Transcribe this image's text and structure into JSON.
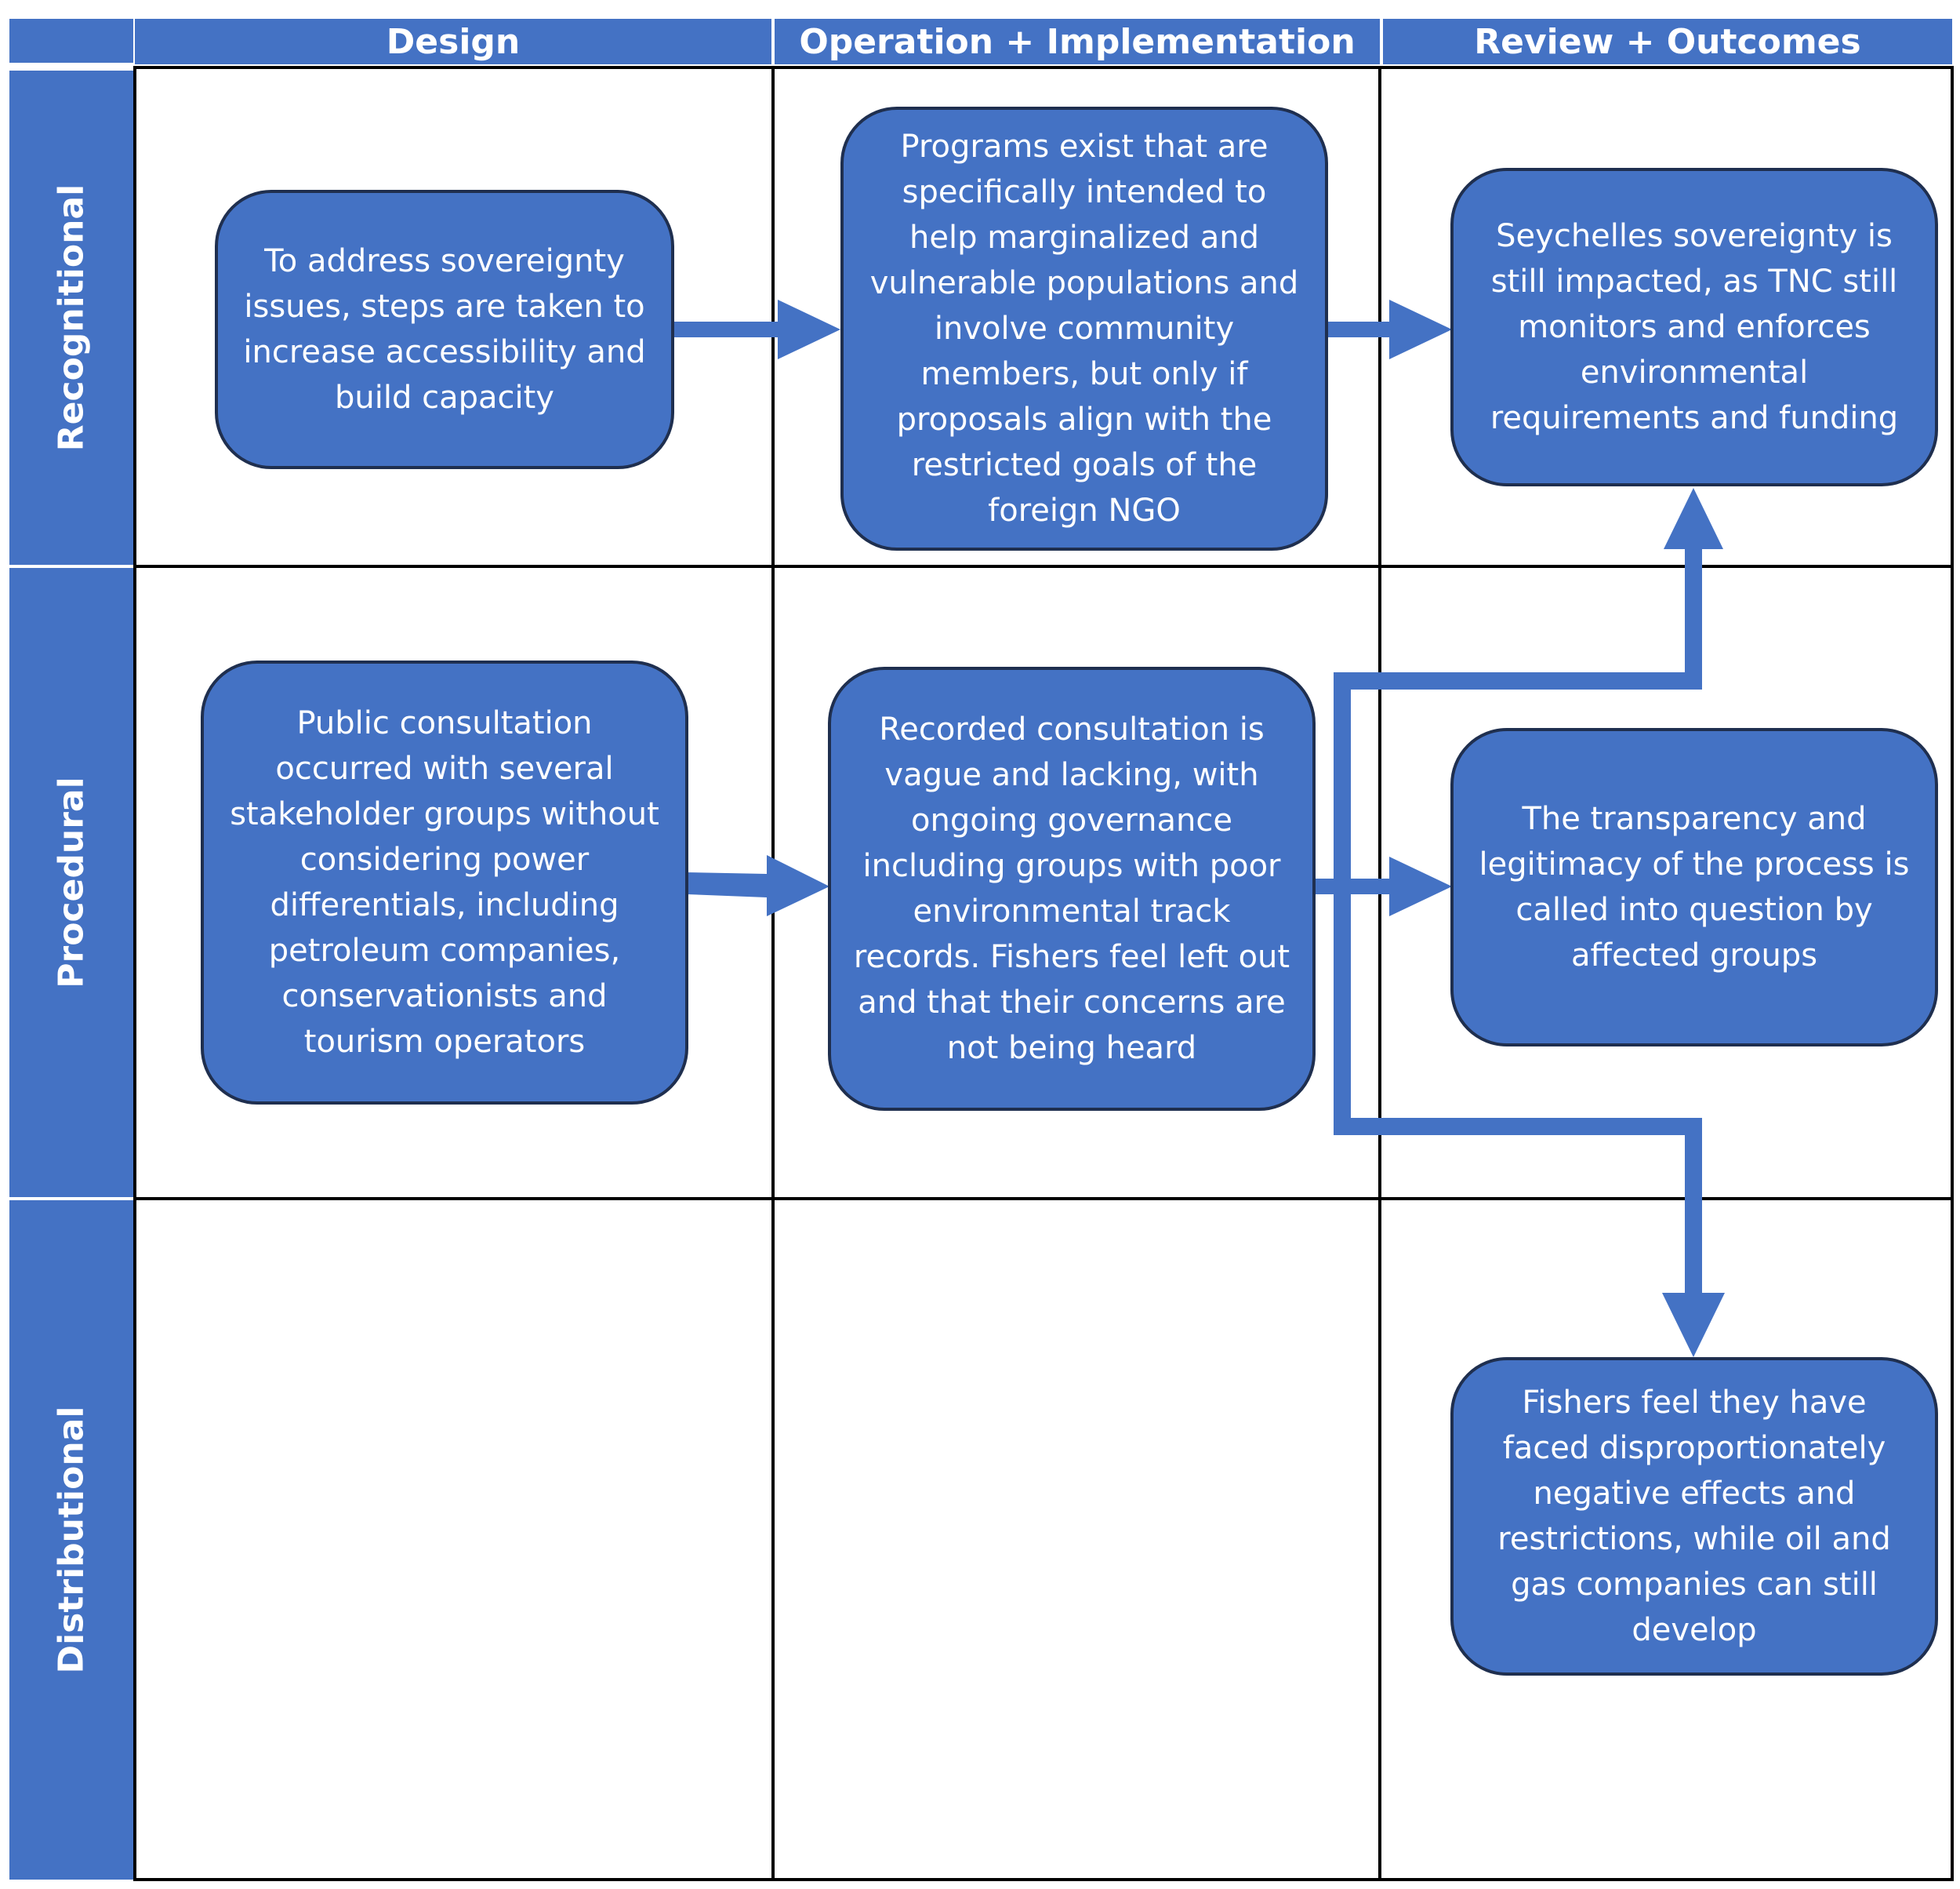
{
  "columns": {
    "design": "Design",
    "operation": "Operation + Implementation",
    "review": "Review + Outcomes"
  },
  "rows": {
    "recognitional": "Recognitional",
    "procedural": "Procedural",
    "distributional": "Distributional"
  },
  "boxes": {
    "recog_design": "To address sovereignty issues, steps are taken to increase accessibility and build capacity",
    "recog_operation": "Programs exist that are specifically intended to help marginalized and vulnerable populations and involve community members, but only if proposals align with the restricted goals of the foreign NGO",
    "recog_review": "Seychelles sovereignty is still impacted, as TNC still monitors and enforces environmental requirements and funding",
    "proc_design": "Public consultation occurred with several stakeholder groups without considering power differentials, including petroleum companies, conservationists and tourism operators",
    "proc_operation": "Recorded consultation is vague and lacking, with ongoing governance including groups with poor environmental track records. Fishers feel left out and that their concerns are not being heard",
    "proc_review": "The transparency and legitimacy of the process is called into question by affected groups",
    "dist_review": "Fishers feel they have faced disproportionately negative effects and restrictions, while oil and gas companies can still develop"
  },
  "colors": {
    "fill": "#4472C4",
    "box_border": "#1F2F4F",
    "grid": "#000000",
    "text": "#ffffff"
  }
}
